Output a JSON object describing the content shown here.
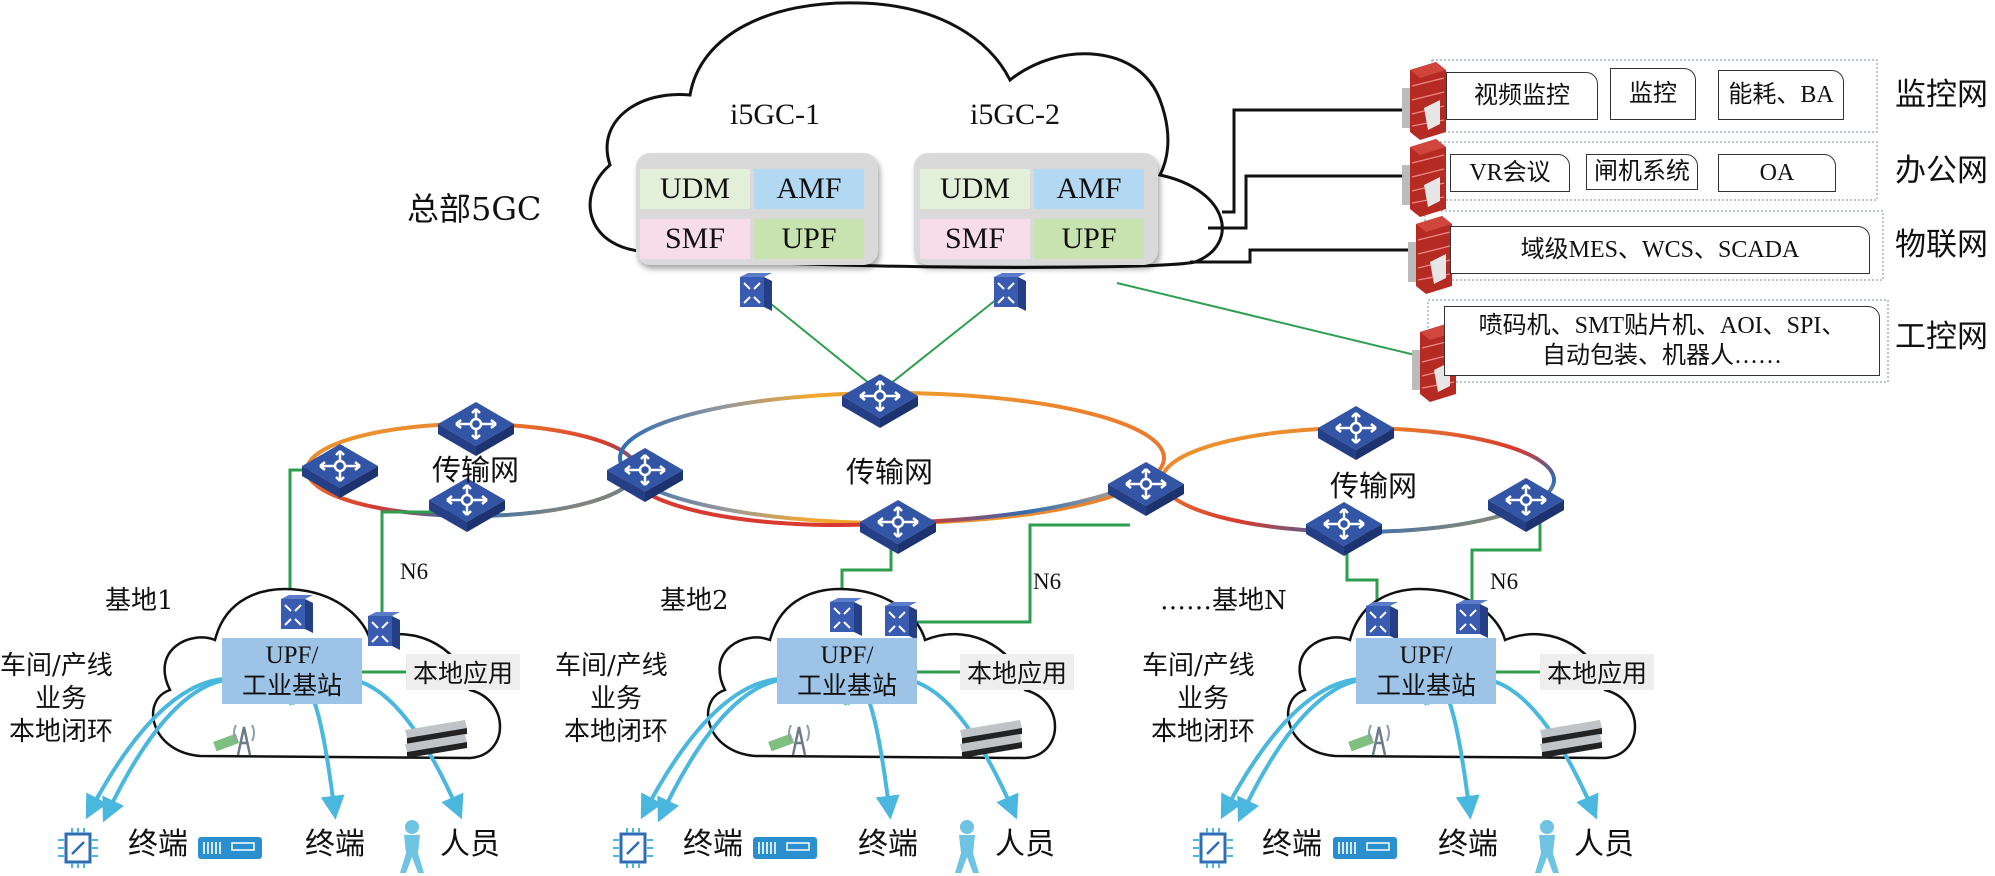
{
  "headquarters": {
    "label": "总部5GC",
    "cores": [
      {
        "title": "i5GC-1",
        "functions": [
          "UDM",
          "AMF",
          "SMF",
          "UPF"
        ]
      },
      {
        "title": "i5GC-2",
        "functions": [
          "UDM",
          "AMF",
          "SMF",
          "UPF"
        ]
      }
    ]
  },
  "networks": [
    {
      "name": "监控网",
      "apps": [
        "视频监控",
        "监控",
        "能耗、BA"
      ]
    },
    {
      "name": "办公网",
      "apps": [
        "VR会议",
        "闸机系统",
        "OA"
      ]
    },
    {
      "name": "物联网",
      "apps": [
        "域级MES、WCS、SCADA"
      ]
    },
    {
      "name": "工控网",
      "apps": [
        "喷码机、SMT贴片机、AOI、SPI、",
        "自动包装、机器人……"
      ]
    }
  ],
  "transport": {
    "rings": [
      {
        "label": "传输网"
      },
      {
        "label": "传输网"
      },
      {
        "label": "传输网"
      }
    ]
  },
  "bases": [
    {
      "name": "基地1",
      "interface": "N6",
      "upf_line1": "UPF/",
      "upf_line2": "工业基站",
      "local_app": "本地应用",
      "loop_line1": "车间/产线",
      "loop_line2": "业务",
      "loop_line3": "本地闭环",
      "endpoints": [
        "终端",
        "终端",
        "人员"
      ]
    },
    {
      "name": "基地2",
      "interface": "N6",
      "upf_line1": "UPF/",
      "upf_line2": "工业基站",
      "local_app": "本地应用",
      "loop_line1": "车间/产线",
      "loop_line2": "业务",
      "loop_line3": "本地闭环",
      "endpoints": [
        "终端",
        "终端",
        "人员"
      ]
    },
    {
      "name": "……基地N",
      "interface": "N6",
      "upf_line1": "UPF/",
      "upf_line2": "工业基站",
      "local_app": "本地应用",
      "loop_line1": "车间/产线",
      "loop_line2": "业务",
      "loop_line3": "本地闭环",
      "endpoints": [
        "终端",
        "终端",
        "人员"
      ]
    }
  ],
  "icons": {
    "router": "router-icon",
    "firewall": "firewall-icon",
    "switch": "switch-icon",
    "base_station": "base-station-icon",
    "server": "server-icon",
    "chip_terminal": "chip-terminal-icon",
    "device_terminal": "device-terminal-icon",
    "person": "person-icon"
  },
  "colors": {
    "link_green": "#2e9e4f",
    "wireless_blue": "#4ab8de",
    "router_blue": "#2f4f9e",
    "firewall_red": "#b52a22",
    "upf_box": "#9dc3e6"
  }
}
